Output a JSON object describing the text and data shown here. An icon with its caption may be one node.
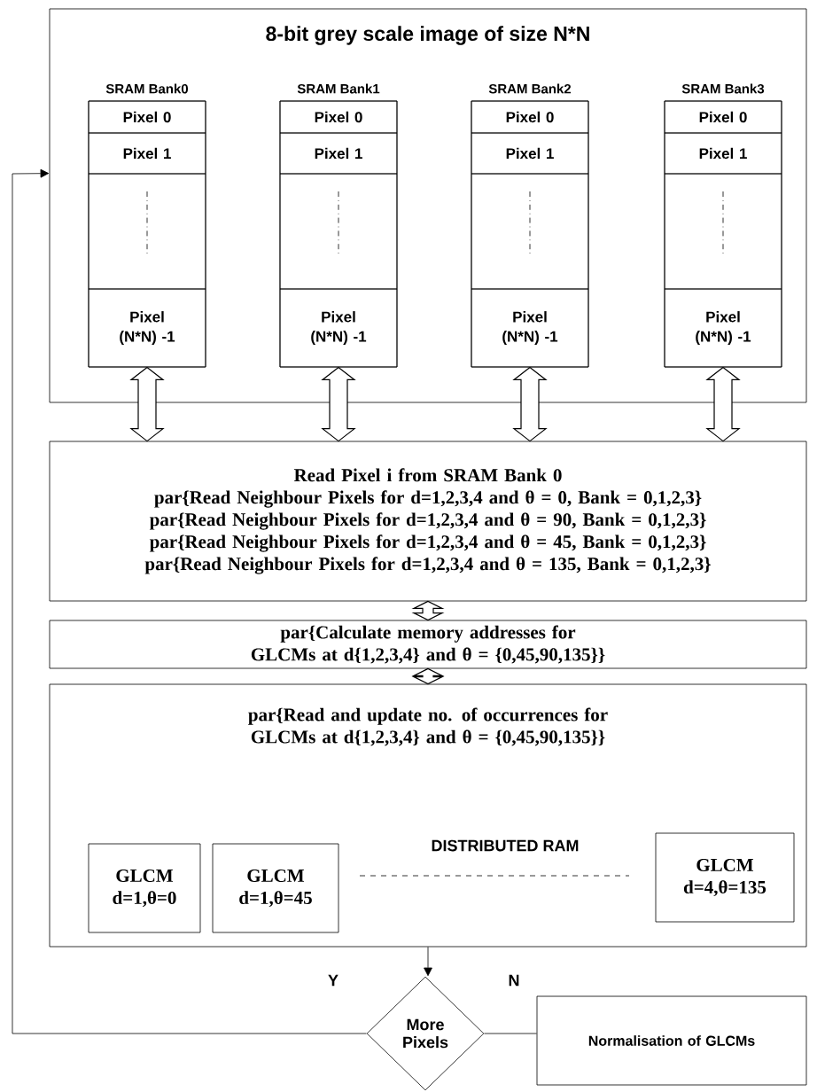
{
  "diagram": {
    "nodes": [
      {
        "text": [
          "8-bit grey scale image of size N*N"
        ]
      },
      {
        "text": [
          "SRAM Bank0"
        ],
        "in": 0
      },
      {
        "text": [
          "Pixel 0"
        ],
        "in": 1
      },
      {
        "text": [
          "Pixel 1"
        ],
        "in": 1
      },
      {
        "text": [],
        "shape": "box",
        "in": 1
      },
      {
        "text": [
          "Pixel (N*N) -1"
        ],
        "in": 1
      },
      {
        "text": [
          "SRAM Bank1"
        ],
        "in": 0
      },
      {
        "text": [
          "Pixel 0"
        ],
        "in": 6
      },
      {
        "text": [
          "Pixel 1"
        ],
        "in": 6
      },
      {
        "text": [],
        "shape": "box",
        "in": 6
      },
      {
        "text": [
          "Pixel (N*N) -1"
        ],
        "in": 6
      },
      {
        "text": [
          "SRAM Bank2"
        ],
        "in": 0
      },
      {
        "text": [
          "Pixel 0"
        ],
        "in": 11
      },
      {
        "text": [
          "Pixel 1"
        ],
        "in": 11
      },
      {
        "text": [],
        "shape": "box",
        "in": 11
      },
      {
        "text": [
          "Pixel (N*N) -1"
        ],
        "in": 11
      },
      {
        "text": [
          "SRAM Bank3"
        ],
        "in": 0
      },
      {
        "text": [
          "Pixel 0"
        ],
        "in": 16
      },
      {
        "text": [
          "Pixel 1"
        ],
        "in": 16
      },
      {
        "text": [],
        "shape": "box",
        "in": 16
      },
      {
        "text": [
          "Pixel (N*N) -1"
        ],
        "in": 16
      },
      {
        "text": [
          "Read Pixel i from SRAM Bank 0",
          "par{Read Neighbour Pixels for d=1,2,3,4 and θ = 0, Bank = 0,1,2,3}",
          "par{Read Neighbour Pixels for d=1,2,3,4 and θ = 90, Bank = 0,1,2,3}",
          "par{Read Neighbour Pixels for d=1,2,3,4 and θ = 45, Bank = 0,1,2,3}",
          "par{Read Neighbour Pixels for d=1,2,3,4 and θ = 135, Bank = 0,1,2,3}"
        ]
      },
      {
        "text": [
          "par{Calculate memory addresses for GLCMs at d{1,2,3,4} and θ = {0,45,90,135}}"
        ]
      },
      {
        "text": [
          "par{Read and update no. of occurrences for GLCMs at d{1,2,3,4} and θ = {0,45,90,135}}"
        ]
      },
      {
        "text": [
          "GLCM",
          "d=1,θ=0"
        ],
        "in": 23
      },
      {
        "text": [
          "GLCM",
          "d=1,θ=45"
        ],
        "in": 23
      },
      {
        "text": [
          "GLCM",
          "d=4,θ=135"
        ],
        "in": 23
      },
      {
        "text": [
          "More Pixels"
        ]
      },
      {
        "text": [
          "Normalisation of GLCMs"
        ]
      }
    ],
    "edges": [
      {
        "from": 1,
        "to": 21,
        "arrow": "both"
      },
      {
        "from": 6,
        "to": 21,
        "arrow": "both"
      },
      {
        "from": 11,
        "to": 21,
        "arrow": "both"
      },
      {
        "from": 16,
        "to": 21,
        "arrow": "both"
      },
      {
        "from": 21,
        "to": 22,
        "arrow": "both"
      },
      {
        "from": 22,
        "to": 23,
        "arrow": "both"
      },
      {
        "from": 23,
        "to": 27,
        "arrow": "to"
      },
      {
        "from": 27,
        "to": 0,
        "arrow": "to",
        "label": "Y"
      },
      {
        "from": 27,
        "to": 28,
        "arrow": "none",
        "label": "N"
      }
    ],
    "labels": [
      "DISTRIBUTED RAM"
    ]
  }
}
